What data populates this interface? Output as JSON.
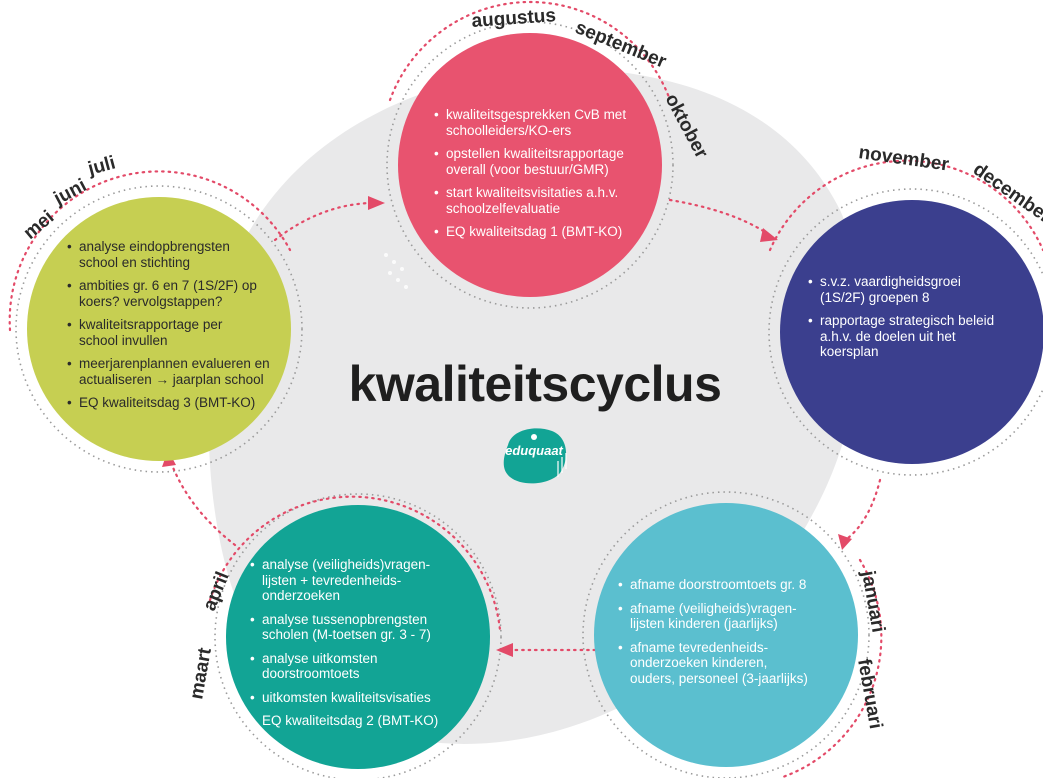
{
  "title": "kwaliteitscyclus",
  "logo_text": "eduquaat",
  "colors": {
    "yellow": "#c6cf52",
    "pink": "#e8536f",
    "navy": "#3b3f8e",
    "cyan": "#5bbfcf",
    "teal": "#12a495",
    "arrow": "#e34a68",
    "blob": "#e9e9ea"
  },
  "phases": {
    "may_july": {
      "months": [
        "mei",
        "juni",
        "juli"
      ],
      "items": [
        "analyse eindopbrengsten\nschool en stichting",
        "ambities gr. 6 en 7 (1S/2F) op\nkoers? vervolgstappen?",
        "kwaliteitsrapportage per\nschool invullen",
        "meerjarenplannen evalueren en\nactualiseren → jaarplan school",
        "EQ kwaliteitsdag 3 (BMT-KO)"
      ]
    },
    "aug_oct": {
      "months": [
        "augustus",
        "september",
        "oktober"
      ],
      "items": [
        "kwaliteitsgesprekken CvB met\nschoolleiders/KO-ers",
        "opstellen kwaliteitsrapportage\noverall (voor bestuur/GMR)",
        "start kwaliteitsvisitaties a.h.v.\nschoolzelfevaluatie",
        "EQ kwaliteitsdag 1 (BMT-KO)"
      ]
    },
    "nov_dec": {
      "months": [
        "november",
        "december"
      ],
      "items": [
        "s.v.z. vaardigheidsgroei\n(1S/2F) groepen 8",
        "rapportage strategisch beleid\na.h.v. de doelen uit het\nkoersplan"
      ]
    },
    "jan_feb": {
      "months": [
        "januari",
        "februari"
      ],
      "items": [
        "afname doorstroomtoets gr. 8",
        "afname (veiligheids)vragen-\nlijsten kinderen (jaarlijks)",
        "afname tevredenheids-\nonderzoeken kinderen,\nouders, personeel (3-jaarlijks)"
      ]
    },
    "mar_apr": {
      "months": [
        "maart",
        "april"
      ],
      "items": [
        "analyse (veiligheids)vragen-\nlijsten + tevredenheids-\nonderzoeken",
        "analyse tussenopbrengsten\nscholen (M-toetsen gr. 3 - 7)",
        "analyse uitkomsten\ndoorstroomtoets",
        "uitkomsten kwaliteitsvisaties",
        "EQ kwaliteitsdag 2 (BMT-KO)"
      ]
    }
  }
}
